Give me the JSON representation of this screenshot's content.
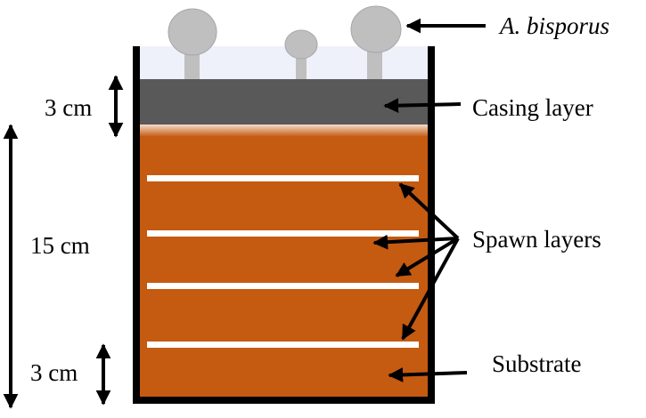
{
  "labels": {
    "species": "A. bisporus",
    "casing_layer": "Casing layer",
    "spawn_layers": "Spawn layers",
    "substrate": "Substrate",
    "casing_thickness": "3 cm",
    "total_depth": "15 cm",
    "bottom_thickness": "3 cm"
  },
  "colors": {
    "substrate": "#C55A11",
    "casing": "#595959",
    "air": "#EEF0FA",
    "mushroom": "#BFBFBF",
    "spawn_line": "#FFFFFF",
    "container_wall": "#000000"
  }
}
